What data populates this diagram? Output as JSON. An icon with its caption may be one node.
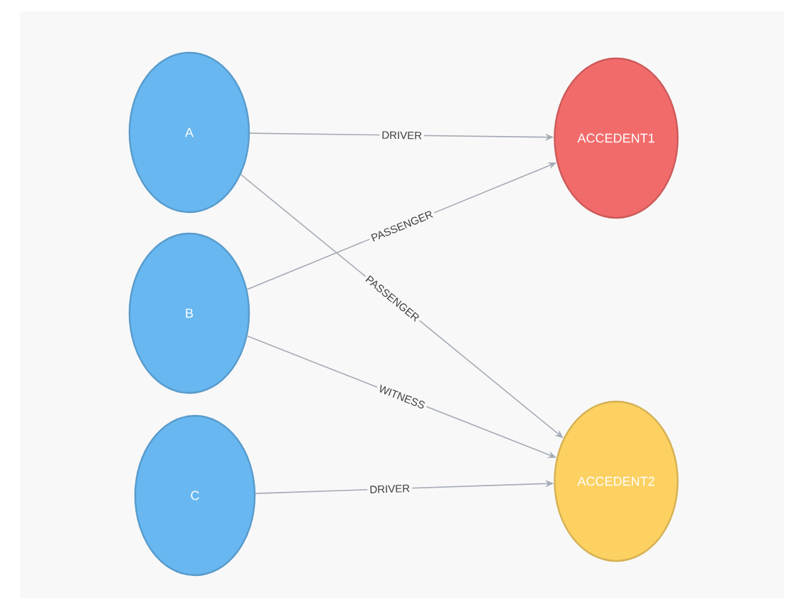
{
  "diagram": {
    "nodes": [
      {
        "text": [
          "A"
        ]
      },
      {
        "text": [
          "B"
        ]
      },
      {
        "text": [
          "C"
        ]
      },
      {
        "text": [
          "ACCEDENT1"
        ]
      },
      {
        "text": [
          "ACCEDENT2"
        ]
      }
    ],
    "edges": [
      {
        "from": 0,
        "to": 3,
        "arrow": "to",
        "label": "DRIVER"
      },
      {
        "from": 1,
        "to": 3,
        "arrow": "to",
        "label": "PASSENGER"
      },
      {
        "from": 0,
        "to": 4,
        "arrow": "to",
        "label": "PASSENGER"
      },
      {
        "from": 1,
        "to": 4,
        "arrow": "to",
        "label": "WITNESS"
      },
      {
        "from": 2,
        "to": 4,
        "arrow": "to",
        "label": "DRIVER"
      }
    ]
  }
}
